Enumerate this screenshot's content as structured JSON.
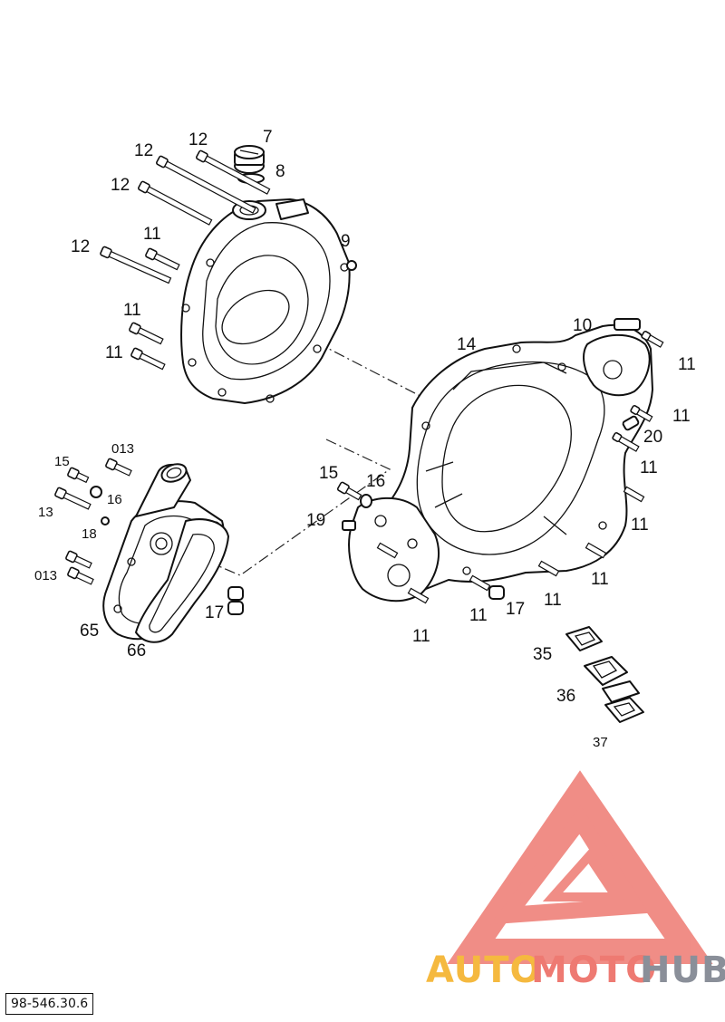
{
  "diagram": {
    "reference_code": "98-546.30.6",
    "callouts": {
      "c7": "7",
      "c8": "8",
      "c9": "9",
      "c10": "10",
      "c12a": "12",
      "c12b": "12",
      "c12c": "12",
      "c12d": "12",
      "c11a": "11",
      "c11b": "11",
      "c11c": "11",
      "c14": "14",
      "c11d": "11",
      "c11e": "11",
      "c20": "20",
      "c11f": "11",
      "c11g": "11",
      "c11h": "11",
      "c11i": "11",
      "c11j": "11",
      "c11k": "11",
      "c15b": "15",
      "c16b": "16",
      "c19": "19",
      "c17b": "17",
      "c15a": "15",
      "c013a": "013",
      "c16a": "16",
      "c13": "13",
      "c18": "18",
      "c013b": "013",
      "c17a": "17",
      "c65": "65",
      "c66": "66",
      "c35": "35",
      "c36": "36",
      "c37": "37"
    }
  },
  "watermark": {
    "text_part1": "AUTO",
    "text_part2": "MOTO",
    "text_part3": "HUB",
    "color_orange": "#f5b93f",
    "color_red": "#ee7a72",
    "color_gray": "#8a8f99"
  }
}
